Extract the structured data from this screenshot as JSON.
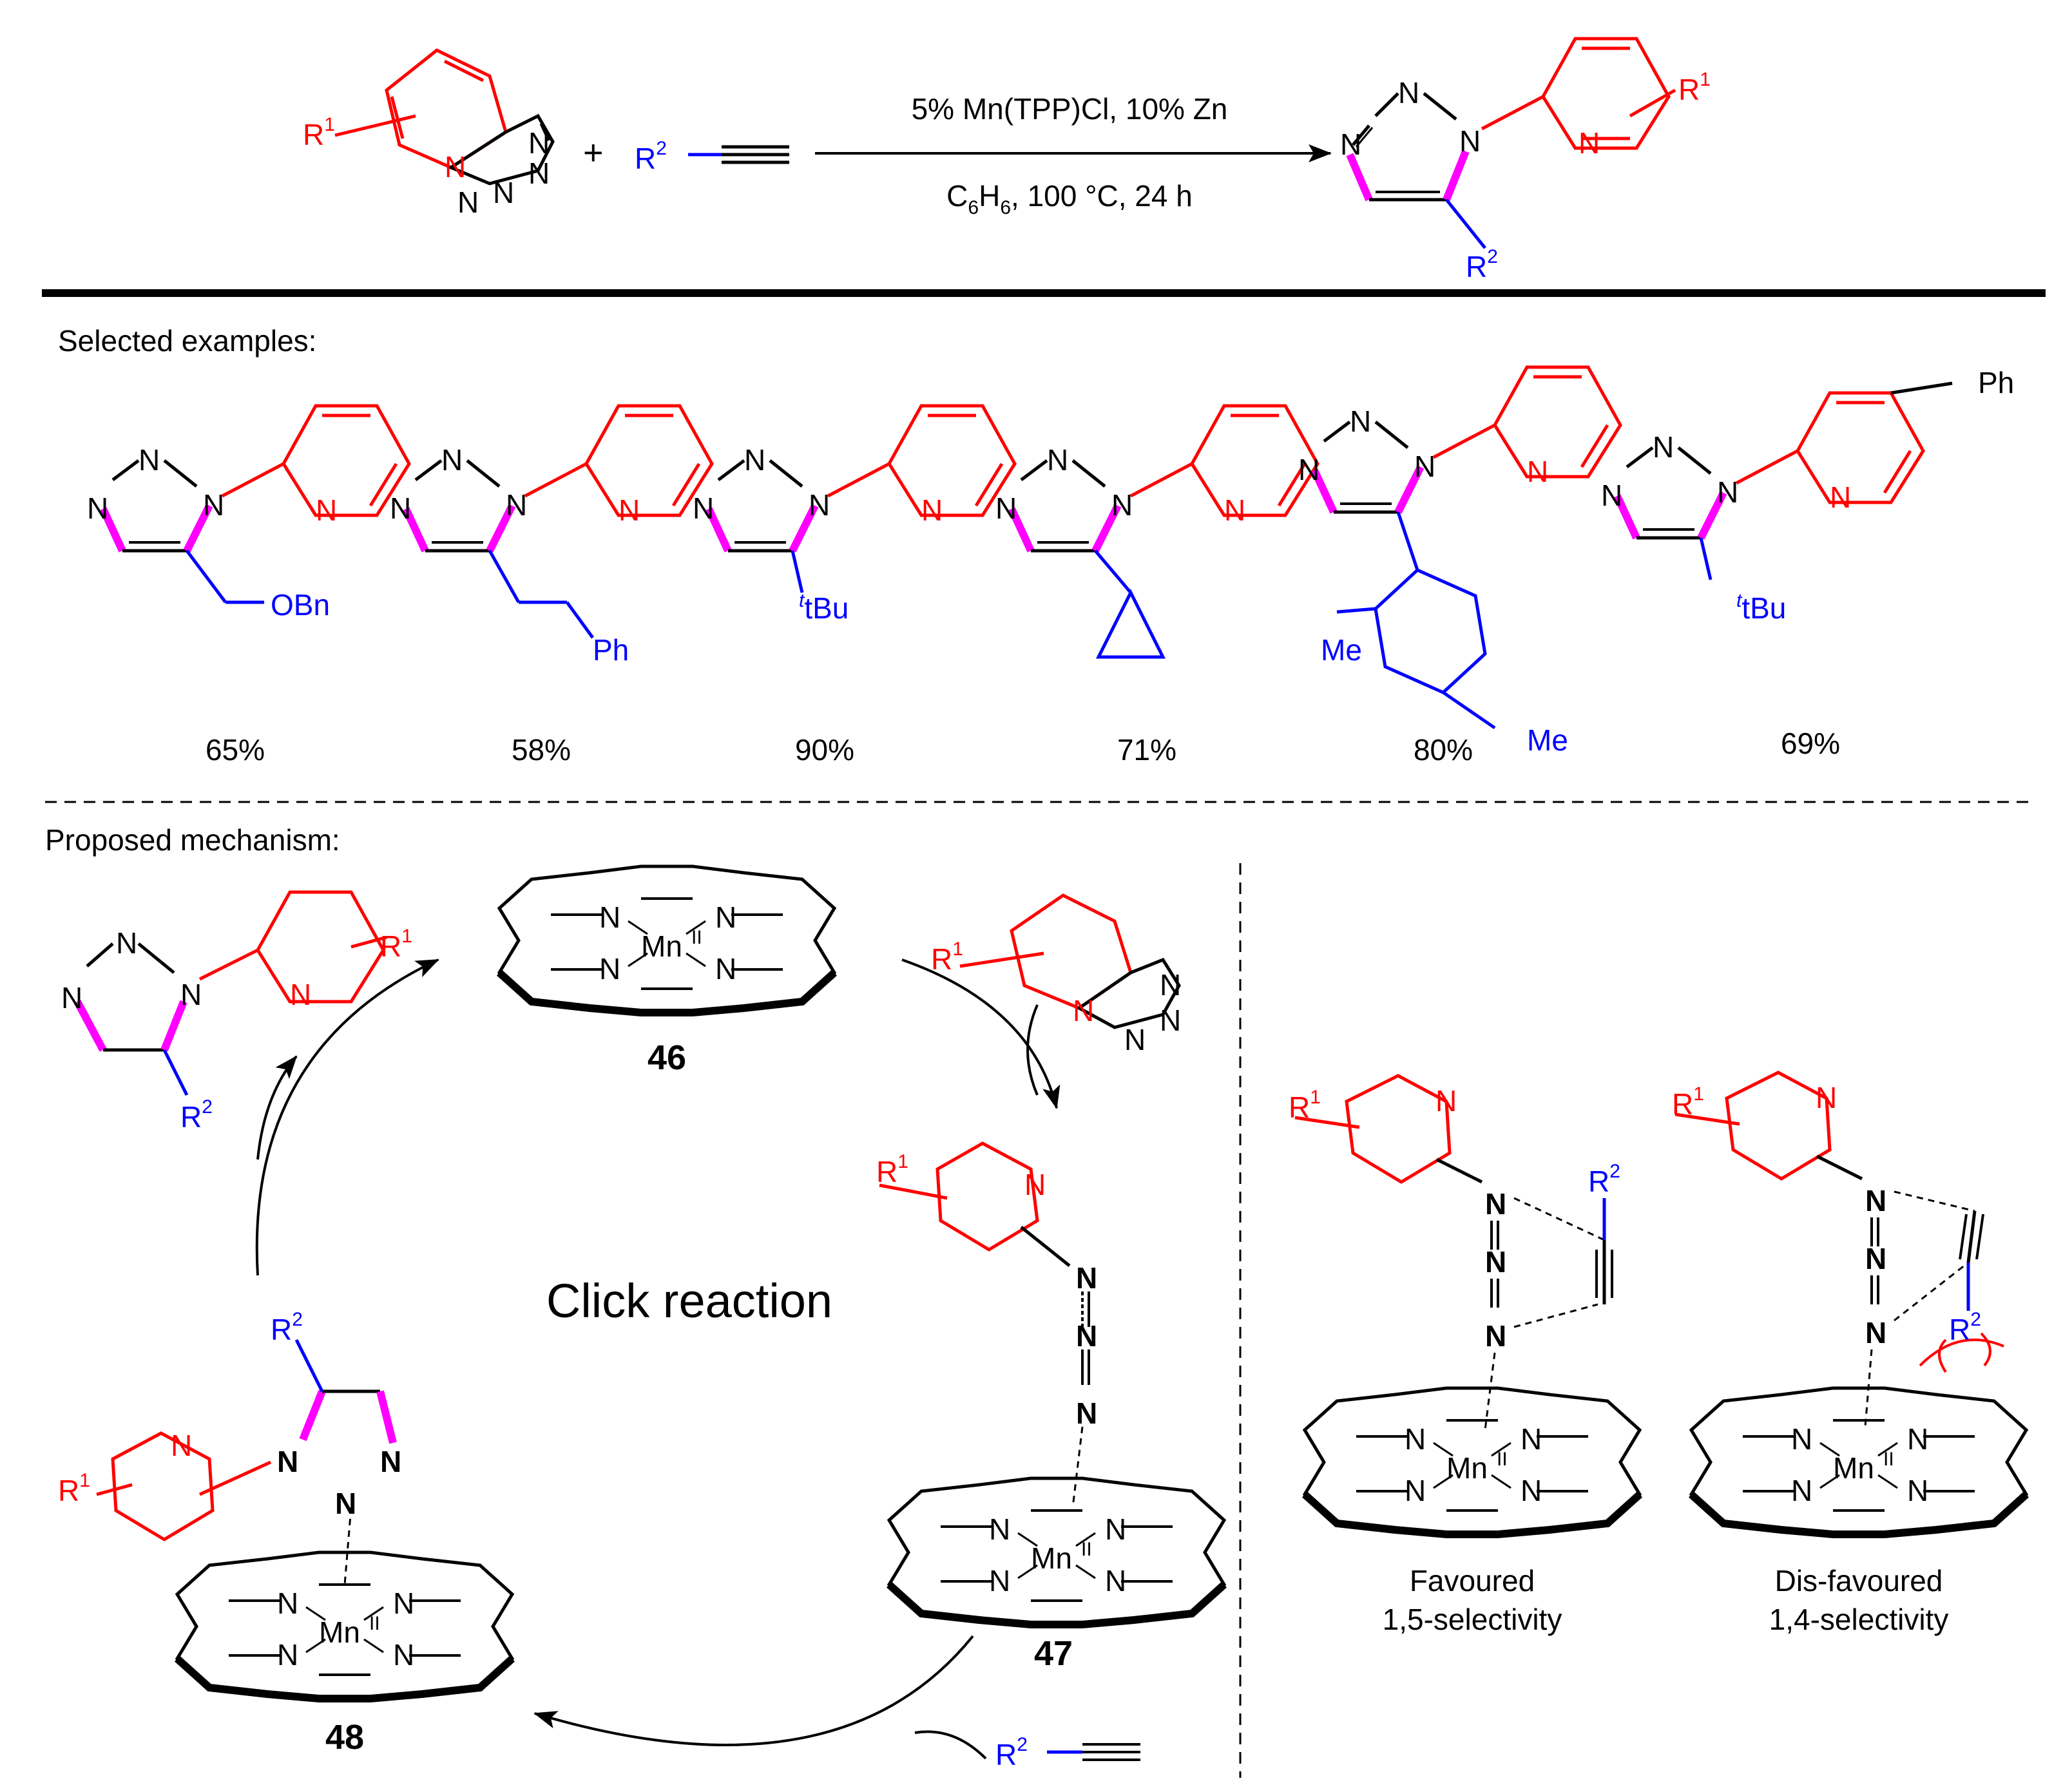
{
  "colors": {
    "black": "#000000",
    "red": "#ff0000",
    "blue": "#0000ff",
    "magenta": "#ff00ff"
  },
  "scheme": {
    "conditions_top": "5% Mn(TPP)Cl,  10% Zn",
    "conditions_bottom": "C6H6, 100 °C, 24 h",
    "plus": "+",
    "r1": "R1",
    "r2": "R2"
  },
  "atoms": {
    "N": "N",
    "Mn": "Mn",
    "Mn_ox": "II"
  },
  "examples": {
    "heading": "Selected examples:",
    "substituents": [
      "OBn",
      "Ph",
      "tBu",
      "",
      "Me",
      "Me",
      "Ph",
      "tBu"
    ],
    "yields": [
      "65%",
      "58%",
      "90%",
      "71%",
      "80%",
      "69%"
    ]
  },
  "mechanism": {
    "heading": "Proposed mechanism:",
    "center_label": "Click reaction",
    "compound_46": "46",
    "compound_47": "47",
    "compound_48": "48"
  },
  "selectivity": {
    "favoured_title": "Favoured",
    "favoured_desc": "1,5-selectivity",
    "disfavoured_title": "Dis-favoured",
    "disfavoured_desc": "1,4-selectivity"
  }
}
